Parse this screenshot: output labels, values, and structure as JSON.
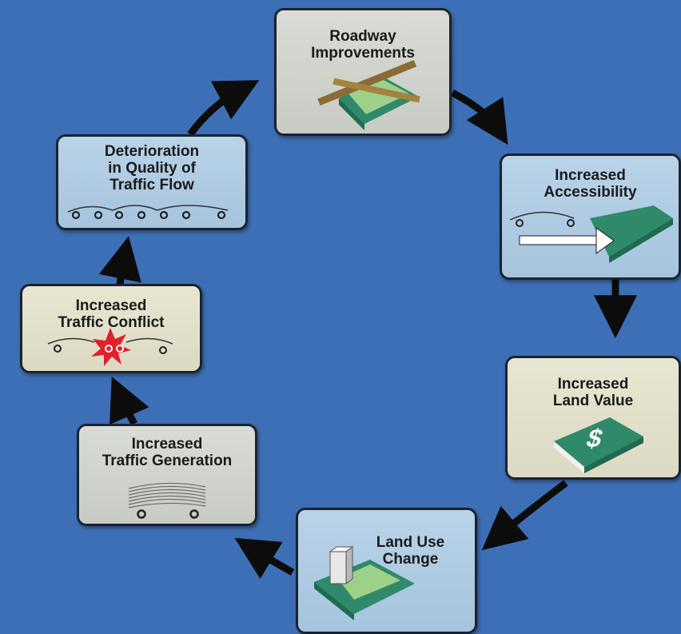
{
  "steps": [
    {
      "id": "roadway",
      "title": "Roadway\nImprovements"
    },
    {
      "id": "accessibility",
      "title": "Increased\nAccessibility"
    },
    {
      "id": "landvalue",
      "title": "Increased\nLand Value",
      "icon_text": "$"
    },
    {
      "id": "landuse",
      "title": "Land Use\nChange"
    },
    {
      "id": "generation",
      "title": "Increased\nTraffic Generation"
    },
    {
      "id": "conflict",
      "title": "Increased\nTraffic Conflict"
    },
    {
      "id": "deterioration",
      "title": "Deterioration\nin Quality of\nTraffic Flow"
    }
  ],
  "colors": {
    "background": "#3d6fb6",
    "arrow": "#0c0c0c",
    "road_green": "#2f8a6a",
    "road_light": "#9fd08a",
    "road_brown": "#8a6a35",
    "collision_red": "#e0202a"
  }
}
